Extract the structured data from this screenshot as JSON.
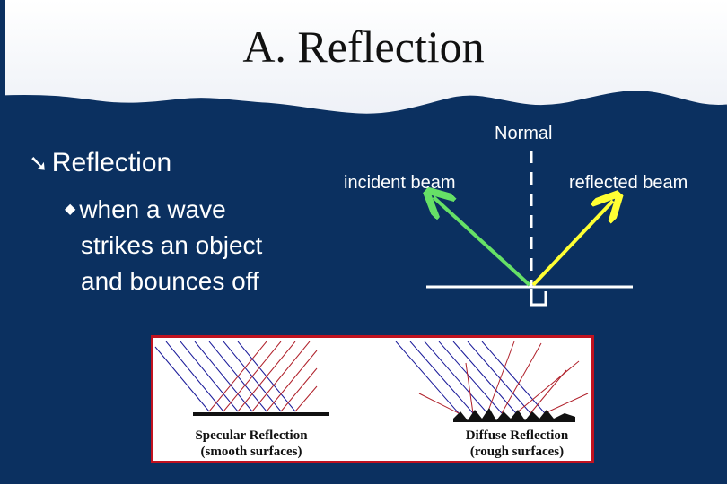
{
  "title": "A. Reflection",
  "bullets": {
    "main": "Reflection",
    "sub_line1": "when a wave",
    "sub_line2": "strikes an object",
    "sub_line3": "and bounces off"
  },
  "diagram": {
    "normal_label": "Normal",
    "incident_label": "incident beam",
    "reflected_label": "reflected beam"
  },
  "photo": {
    "specular_line1": "Specular Reflection",
    "specular_line2": "(smooth surfaces)",
    "diffuse_line1": "Diffuse Reflection",
    "diffuse_line2": "(rough surfaces)"
  },
  "colors": {
    "background": "#0b3060",
    "header": "#ffffff",
    "incident_beam": "#66e066",
    "reflected_beam": "#ffff33",
    "frame": "#c1121f"
  }
}
